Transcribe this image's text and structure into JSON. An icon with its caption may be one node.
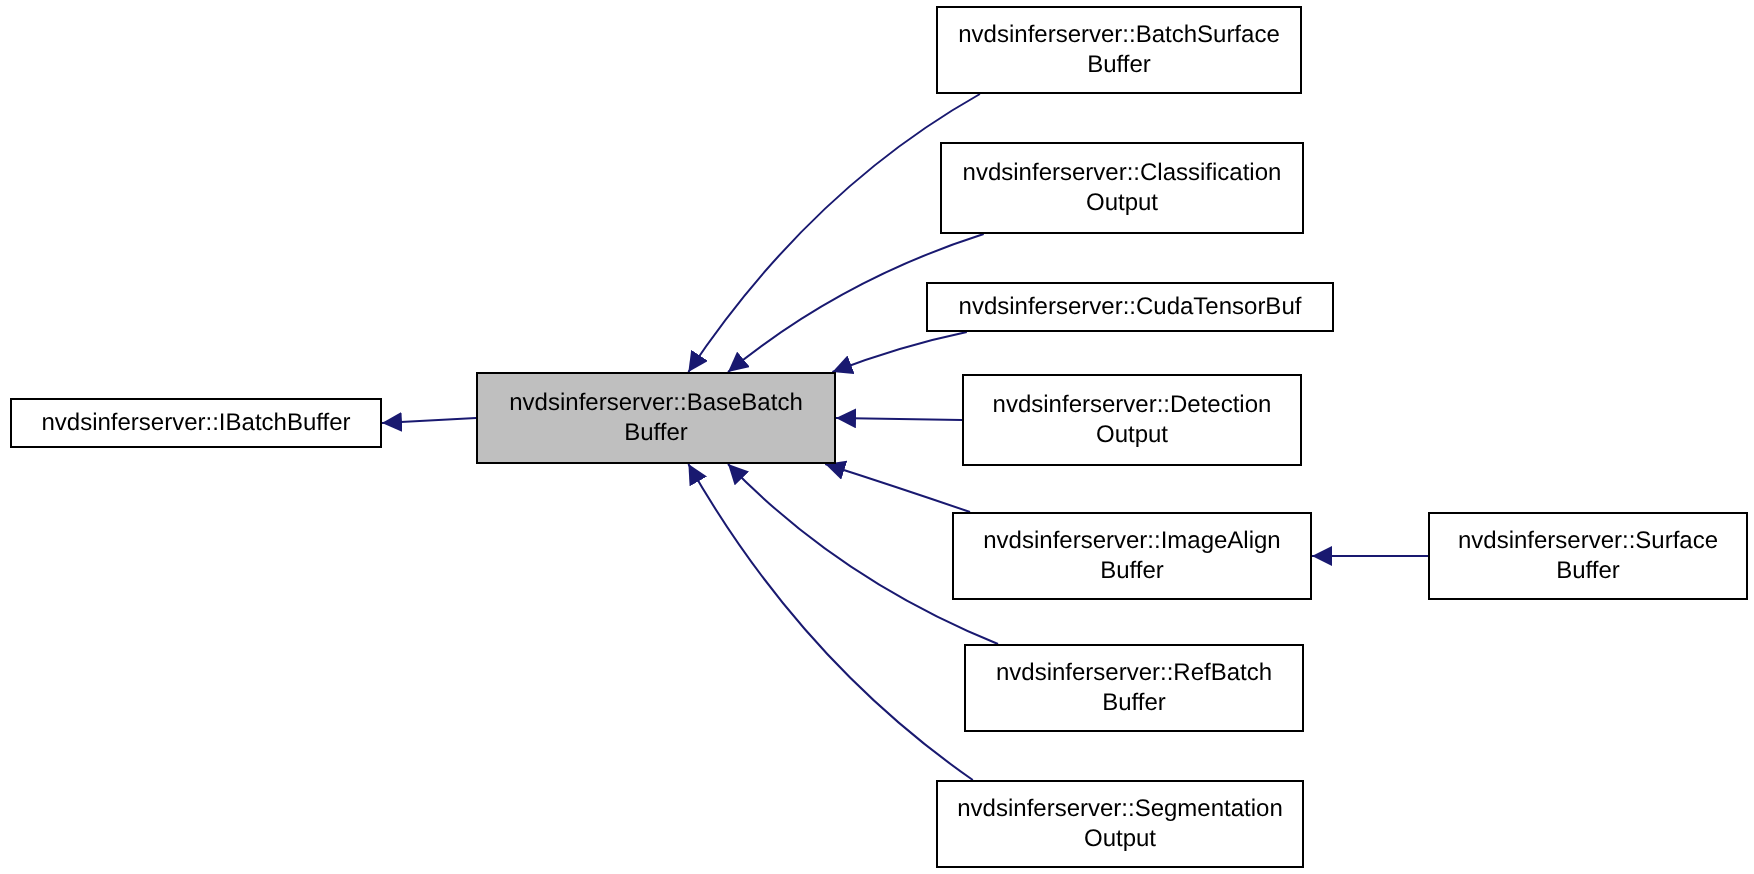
{
  "diagram": {
    "nodes": [
      {
        "text": [
          "nvdsinferserver::IBatchBuffer"
        ]
      },
      {
        "text": [
          "nvdsinferserver::BaseBatch Buffer"
        ]
      },
      {
        "text": [
          "nvdsinferserver::BatchSurface Buffer"
        ]
      },
      {
        "text": [
          "nvdsinferserver::Classification Output"
        ]
      },
      {
        "text": [
          "nvdsinferserver::CudaTensorBuf"
        ]
      },
      {
        "text": [
          "nvdsinferserver::Detection Output"
        ]
      },
      {
        "text": [
          "nvdsinferserver::ImageAlign Buffer"
        ]
      },
      {
        "text": [
          "nvdsinferserver::Surface Buffer"
        ]
      },
      {
        "text": [
          "nvdsinferserver::RefBatch Buffer"
        ]
      },
      {
        "text": [
          "nvdsinferserver::Segmentation Output"
        ]
      }
    ],
    "edges": [
      {
        "from": 1,
        "to": 0,
        "arrow": "to"
      },
      {
        "from": 2,
        "to": 1,
        "arrow": "to"
      },
      {
        "from": 3,
        "to": 1,
        "arrow": "to"
      },
      {
        "from": 4,
        "to": 1,
        "arrow": "to"
      },
      {
        "from": 5,
        "to": 1,
        "arrow": "to"
      },
      {
        "from": 6,
        "to": 1,
        "arrow": "to"
      },
      {
        "from": 7,
        "to": 6,
        "arrow": "to"
      },
      {
        "from": 8,
        "to": 1,
        "arrow": "to"
      },
      {
        "from": 9,
        "to": 1,
        "arrow": "to"
      }
    ]
  }
}
